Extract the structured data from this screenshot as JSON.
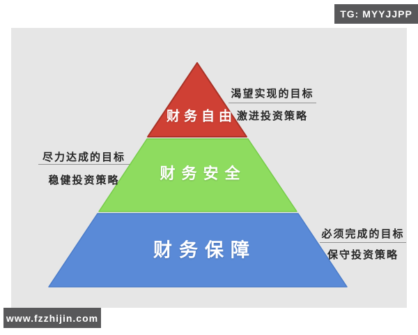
{
  "badges": {
    "telegram": "TG: MYYJJPP",
    "website": "www.fzzhijin.com"
  },
  "pyramid": {
    "levels": [
      {
        "rank": 1,
        "label": "财务自由",
        "fill": "#cf4034",
        "stroke": "#a93227",
        "goal": "渴望实现的目标",
        "strategy": "激进投资策略",
        "annotation_side": "right"
      },
      {
        "rank": 2,
        "label": "财务安全",
        "fill": "#8edc5f",
        "stroke": "#76cc49",
        "goal": "尽力达成的目标",
        "strategy": "稳健投资策略",
        "annotation_side": "left"
      },
      {
        "rank": 3,
        "label": "财务保障",
        "fill": "#5a8ad7",
        "stroke": "#4b7cc9",
        "goal": "必须完成的目标",
        "strategy": "保守投资策略",
        "annotation_side": "right"
      }
    ]
  },
  "colors": {
    "canvas_background": "#ffffff",
    "card_background": "#e6e6e6",
    "badge_background": "#58585a",
    "badge_text": "#ffffff",
    "level_label_text": "#ffffff",
    "annotation_text": "#262626",
    "annotation_line": "#8f8f8f"
  }
}
